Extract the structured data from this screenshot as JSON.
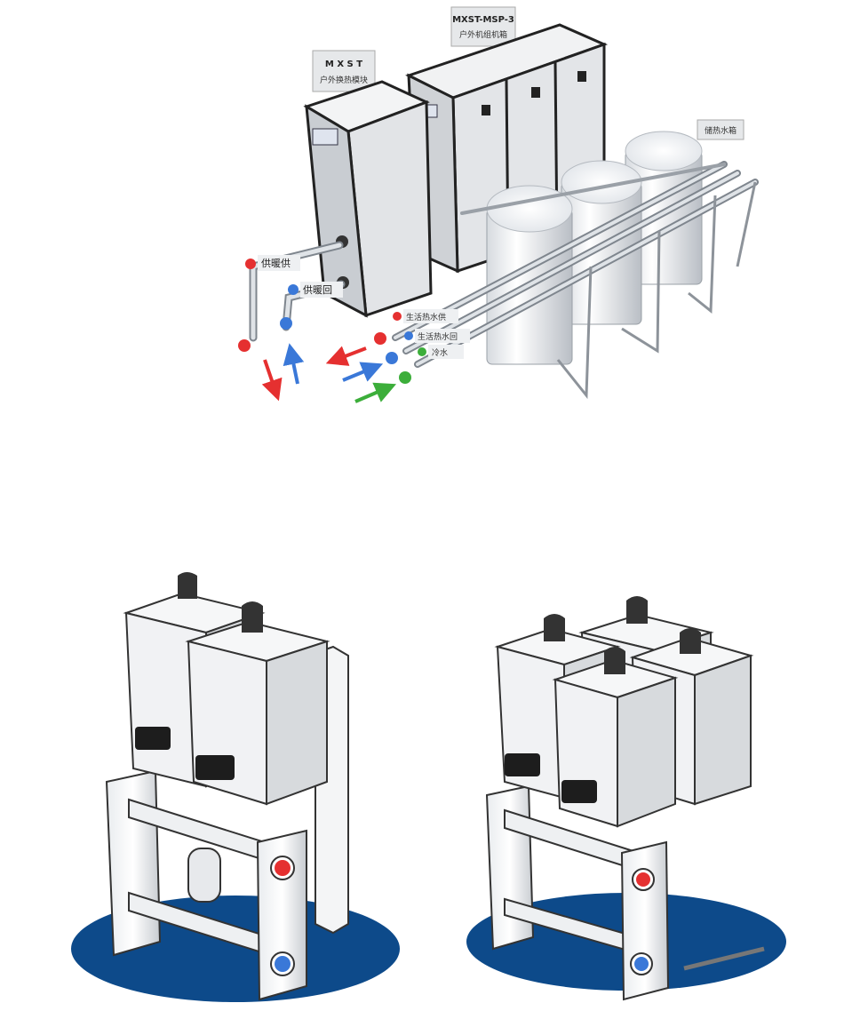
{
  "top_diagram": {
    "unit_tag_1": {
      "line1": "M X S T",
      "line2": "户外换热模块"
    },
    "unit_tag_2": {
      "line1": "MXST-MSP-3",
      "line2": "户外机组机箱"
    },
    "tank_tag": "储热水箱",
    "pipe_labels": {
      "heating_supply": "供暖供",
      "heating_return": "供暖回",
      "dhw_supply": "生活热水供",
      "dhw_return": "生活热水回",
      "cold_water": "冷水"
    }
  },
  "colors": {
    "red": "#e53030",
    "blue": "#3a78d8",
    "green": "#3cae3a",
    "navy_base": "#0d4a8a"
  }
}
